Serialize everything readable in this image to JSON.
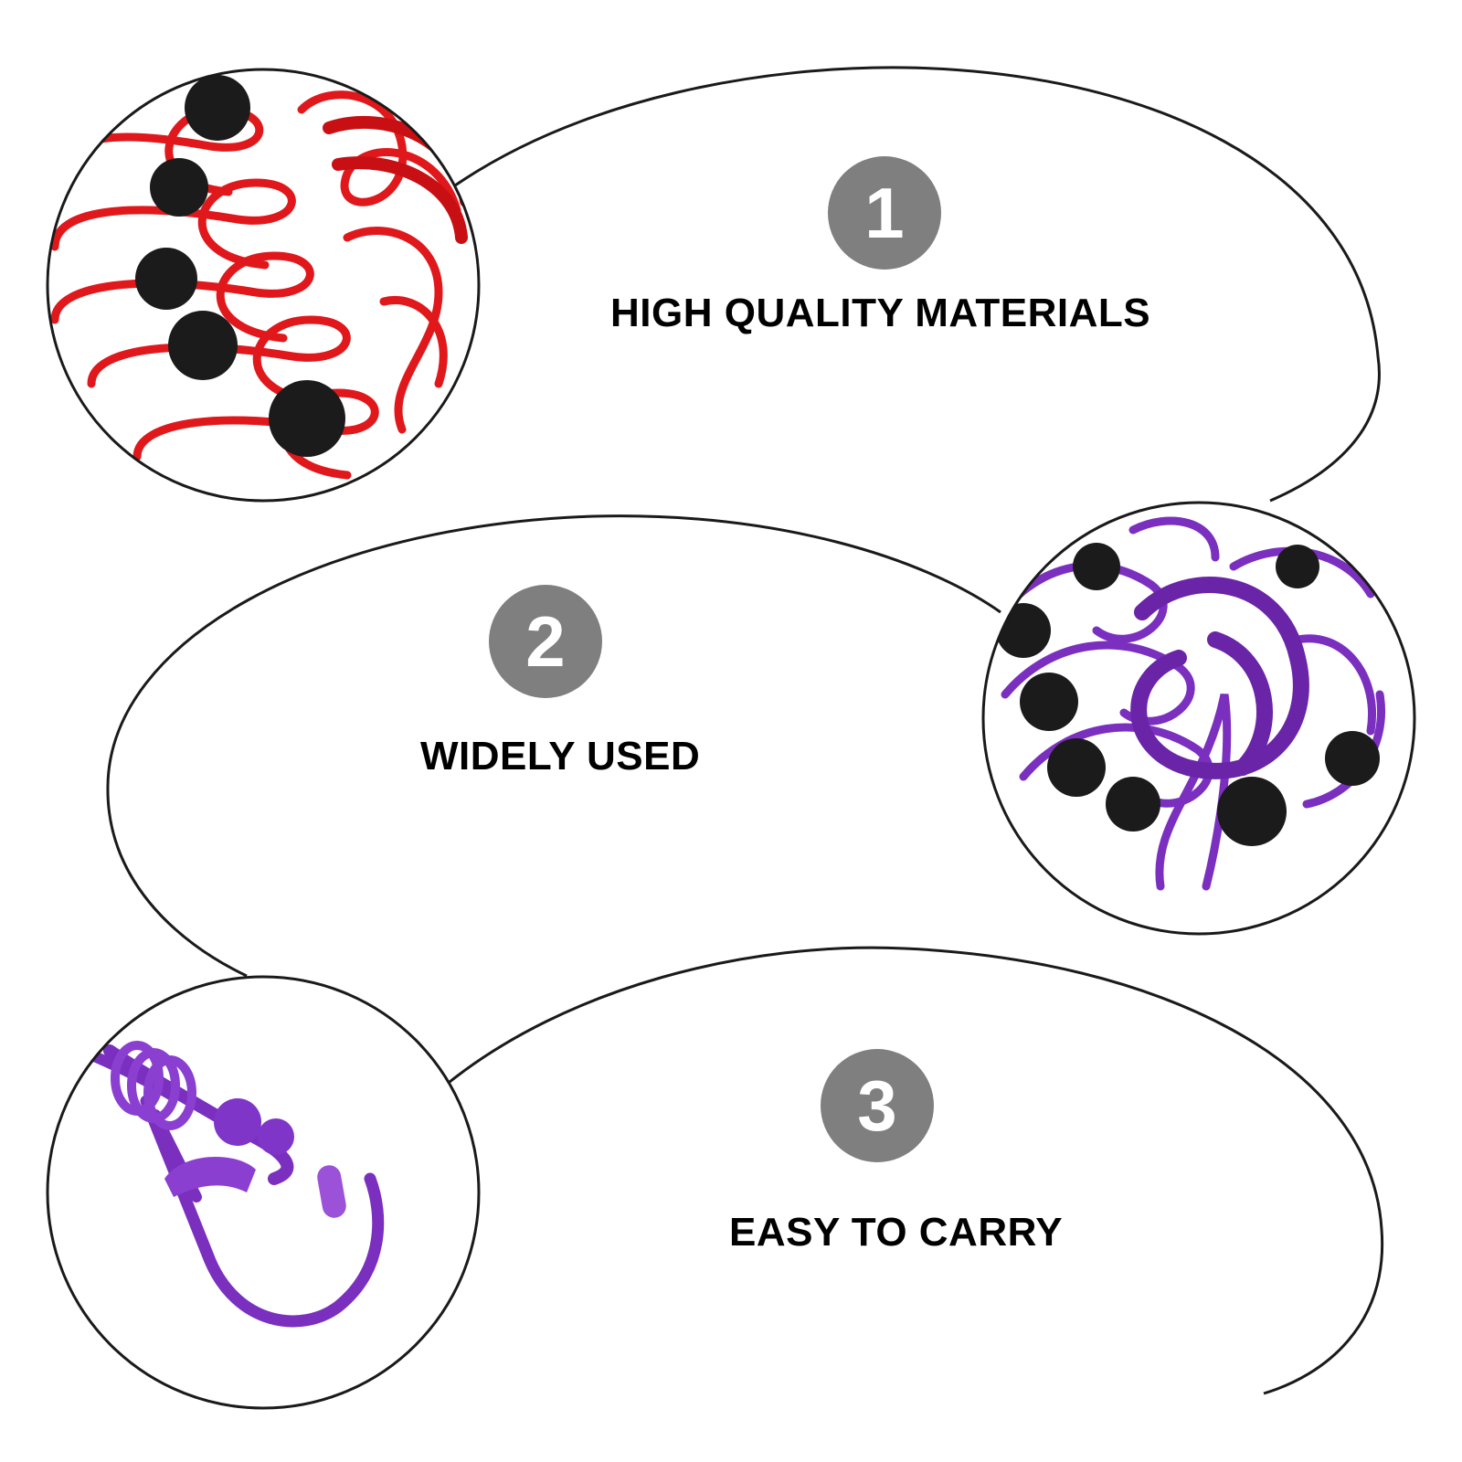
{
  "colors": {
    "badge": "#7f7f7f",
    "outline": "#1a1a1a",
    "red_cord": "#e0181b",
    "purple_cord": "#7b2fbf",
    "ball": "#1b1b1b"
  },
  "features": [
    {
      "number": "1",
      "title": "HIGH QUALITY MATERIALS"
    },
    {
      "number": "2",
      "title": "WIDELY USED"
    },
    {
      "number": "3",
      "title": "EASY TO CARRY"
    }
  ],
  "photos": [
    {
      "name": "red-clothesline-photo",
      "icon": "red-bungee-clips-image"
    },
    {
      "name": "purple-clothesline-photo",
      "icon": "purple-bungee-clips-image"
    },
    {
      "name": "purple-hook-photo",
      "icon": "purple-hook-closeup-image"
    }
  ]
}
